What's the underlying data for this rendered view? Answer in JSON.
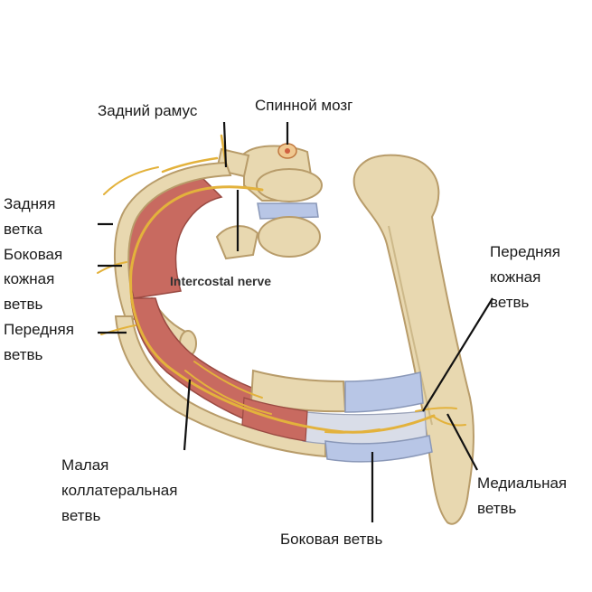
{
  "colors": {
    "bone": "#e8d8b0",
    "bone_edge": "#b89c6a",
    "muscle": "#c86a60",
    "nerve": "#e3b23c",
    "cartilage": "#b8c6e6",
    "membrane": "#d9dde8"
  },
  "image_text": {
    "intercostal_nerve": "Intercostal nerve"
  },
  "labels": {
    "posterior_ramus": "Задний рамус",
    "spinal_cord": "Спинной мозг",
    "posterior_branch": [
      "Задняя",
      "ветка"
    ],
    "lateral_cutaneous_branch": [
      "Боковая",
      "кожная",
      "ветвь"
    ],
    "anterior_branch": [
      "Передняя",
      "ветвь"
    ],
    "anterior_cutaneous_branch": [
      "Передняя",
      "кожная",
      "ветвь"
    ],
    "small_collateral_branch": [
      "Малая",
      "коллатеральная",
      "ветвь"
    ],
    "medial_branch": [
      "Медиальная",
      "ветвь"
    ],
    "lateral_branch": "Боковая ветвь"
  }
}
